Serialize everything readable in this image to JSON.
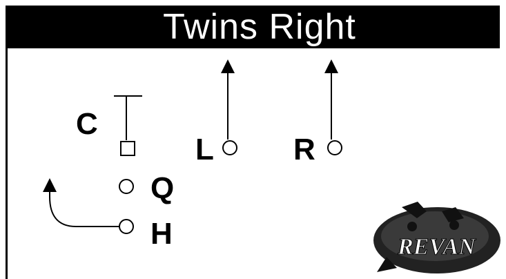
{
  "play": {
    "title": "Twins Right"
  },
  "players": {
    "C": "C",
    "L": "L",
    "R": "R",
    "Q": "Q",
    "H": "H"
  },
  "logo": {
    "text": "REVAN",
    "description_icon": "team-logo-icon"
  },
  "colors": {
    "background": "#ffffff",
    "title_bar": "#000000",
    "title_text": "#ffffff",
    "lines": "#000000"
  }
}
